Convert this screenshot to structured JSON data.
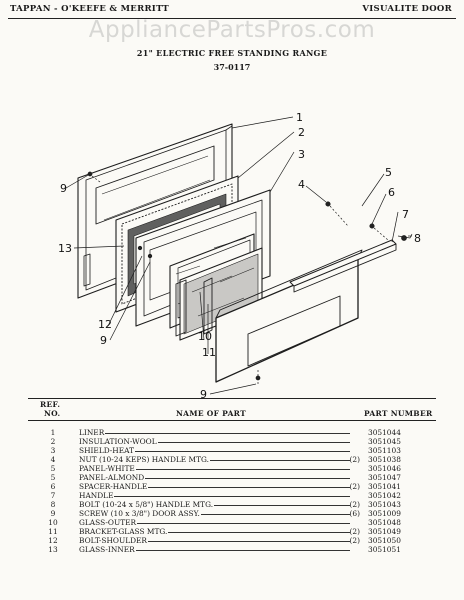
{
  "header": {
    "brand": "TAPPAN - O'KEEFE & MERRITT",
    "section": "VISUALITE DOOR",
    "watermark": "AppliancePartsPros.com",
    "title": "21\" ELECTRIC FREE STANDING RANGE",
    "model": "37-0117"
  },
  "callouts": [
    "1",
    "2",
    "3",
    "4",
    "5",
    "6",
    "7",
    "8",
    "9",
    "13",
    "12",
    "9",
    "10",
    "11",
    "9"
  ],
  "table": {
    "ref_label_1": "REF.",
    "ref_label_2": "NO.",
    "name_label": "NAME OF PART",
    "part_label": "PART NUMBER",
    "rows": [
      {
        "ref": "1",
        "name": "LINER",
        "qty": "",
        "part": "3051044"
      },
      {
        "ref": "2",
        "name": "INSULATION-WOOL",
        "qty": "",
        "part": "3051045"
      },
      {
        "ref": "3",
        "name": "SHIELD-HEAT",
        "qty": "",
        "part": "3051103"
      },
      {
        "ref": "4",
        "name": "NUT (10-24 KEPS) HANDLE MTG.",
        "qty": "(2)",
        "part": "3051038"
      },
      {
        "ref": "5",
        "name": "PANEL-WHITE",
        "qty": "",
        "part": "3051046"
      },
      {
        "ref": "5",
        "name": "PANEL-ALMOND",
        "qty": "",
        "part": "3051047"
      },
      {
        "ref": "6",
        "name": "SPACER-HANDLE",
        "qty": "(2)",
        "part": "3051041"
      },
      {
        "ref": "7",
        "name": "HANDLE",
        "qty": "",
        "part": "3051042"
      },
      {
        "ref": "8",
        "name": "BOLT (10-24 x 5/8\") HANDLE MTG.",
        "qty": "(2)",
        "part": "3051043"
      },
      {
        "ref": "9",
        "name": "SCREW (10 x 3/8\") DOOR ASSY.",
        "qty": "(6)",
        "part": "3051009"
      },
      {
        "ref": "10",
        "name": "GLASS-OUTER",
        "qty": "",
        "part": "3051048"
      },
      {
        "ref": "11",
        "name": "BRACKET-GLASS MTG.",
        "qty": "(2)",
        "part": "3051049"
      },
      {
        "ref": "12",
        "name": "BOLT-SHOULDER",
        "qty": "(2)",
        "part": "3051050"
      },
      {
        "ref": "13",
        "name": "GLASS-INNER",
        "qty": "",
        "part": "3051051"
      }
    ]
  }
}
